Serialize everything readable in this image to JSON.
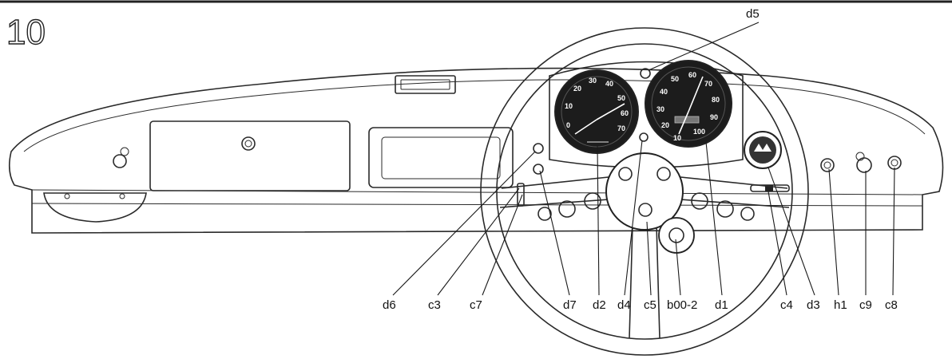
{
  "figure_number": "10",
  "labels": {
    "d5": "d5",
    "d6": "d6",
    "c3": "c3",
    "c7": "c7",
    "d7": "d7",
    "d2": "d2",
    "d4": "d4",
    "c5": "c5",
    "b00_2": "b00-2",
    "d1": "d1",
    "c4": "c4",
    "d3": "d3",
    "h1": "h1",
    "c9": "c9",
    "c8": "c8"
  },
  "gauges": {
    "tachometer_marks": [
      "0",
      "10",
      "20",
      "30",
      "40",
      "50",
      "60",
      "70"
    ],
    "speedometer_marks": [
      "10",
      "20",
      "30",
      "40",
      "50",
      "60",
      "70",
      "80",
      "90",
      "100"
    ]
  }
}
